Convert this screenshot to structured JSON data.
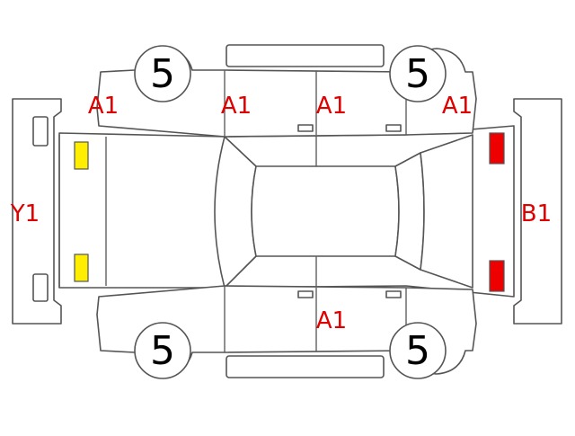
{
  "diagram": {
    "colors": {
      "outline": "#555555",
      "damage_code": "#e00000",
      "tire_label": "#000000",
      "front_lights": "#ffee00",
      "rear_lights": "#ee0000"
    },
    "tire_marks": {
      "front_left": "5",
      "rear_left": "5",
      "front_right": "5",
      "rear_right": "5"
    },
    "damage_codes": {
      "left_front_fender": "A1",
      "left_front_door": "A1",
      "left_rear_door": "A1",
      "left_rear_quarter": "A1",
      "right_rear_door": "A1",
      "front_bumper": "Y1",
      "rear_bumper": "B1"
    }
  }
}
